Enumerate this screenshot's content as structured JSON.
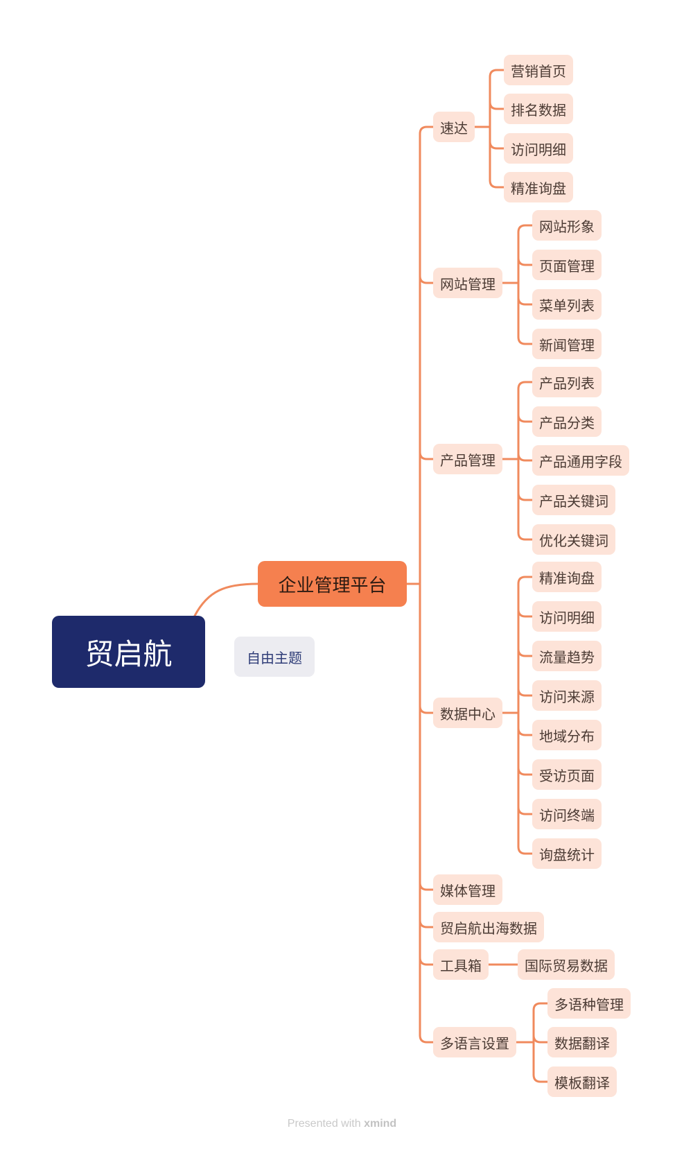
{
  "root": {
    "label": "贸启航"
  },
  "main_topic": {
    "label": "企业管理平台"
  },
  "floating_topic": {
    "label": "自由主题"
  },
  "branches": [
    {
      "label": "速达",
      "children": [
        "营销首页",
        "排名数据",
        "访问明细",
        "精准询盘"
      ]
    },
    {
      "label": "网站管理",
      "children": [
        "网站形象",
        "页面管理",
        "菜单列表",
        "新闻管理"
      ]
    },
    {
      "label": "产品管理",
      "children": [
        "产品列表",
        "产品分类",
        "产品通用字段",
        "产品关键词",
        "优化关键词"
      ]
    },
    {
      "label": "数据中心",
      "children": [
        "精准询盘",
        "访问明细",
        "流量趋势",
        "访问来源",
        "地域分布",
        "受访页面",
        "访问终端",
        "询盘统计"
      ]
    },
    {
      "label": "媒体管理",
      "children": []
    },
    {
      "label": "贸启航出海数据",
      "children": []
    },
    {
      "label": "工具箱",
      "children": [
        "国际贸易数据"
      ]
    },
    {
      "label": "多语言设置",
      "children": [
        "多语种管理",
        "数据翻译",
        "模板翻译"
      ]
    }
  ],
  "footer": {
    "prefix": "Presented with",
    "brand": "xmind"
  },
  "colors": {
    "root_fill": "#1e2a6b",
    "main_fill": "#f5804f",
    "topic_fill": "#fde3d8",
    "connector": "#f08a5d",
    "floating_fill": "#ececf1"
  }
}
